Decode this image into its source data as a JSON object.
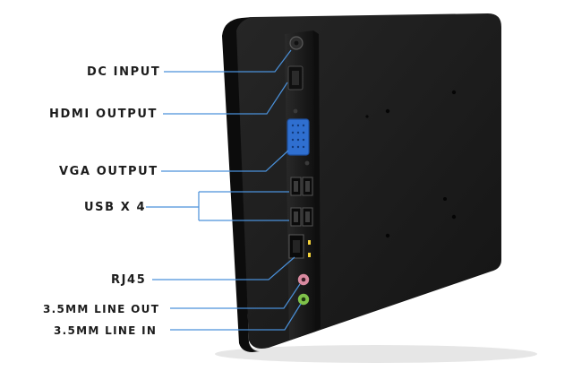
{
  "labels": {
    "dc_input": "DC INPUT",
    "hdmi_output": "HDMI OUTPUT",
    "vga_output": "VGA OUTPUT",
    "usb": "USB X 4",
    "rj45": "RJ45",
    "line_out": "3.5MM LINE OUT",
    "line_in": "3.5MM LINE IN"
  },
  "colors": {
    "background": "#ffffff",
    "device_body": "#1b1b1b",
    "device_edge": "#0c0c0c",
    "leader_line": "#4a90d9",
    "vga_port": "#2f6fd0",
    "line_out_jack": "#d98aa0",
    "line_in_jack": "#7fc24a",
    "rj45_led": "#f5d33a",
    "label_text": "#1c1c1c"
  }
}
